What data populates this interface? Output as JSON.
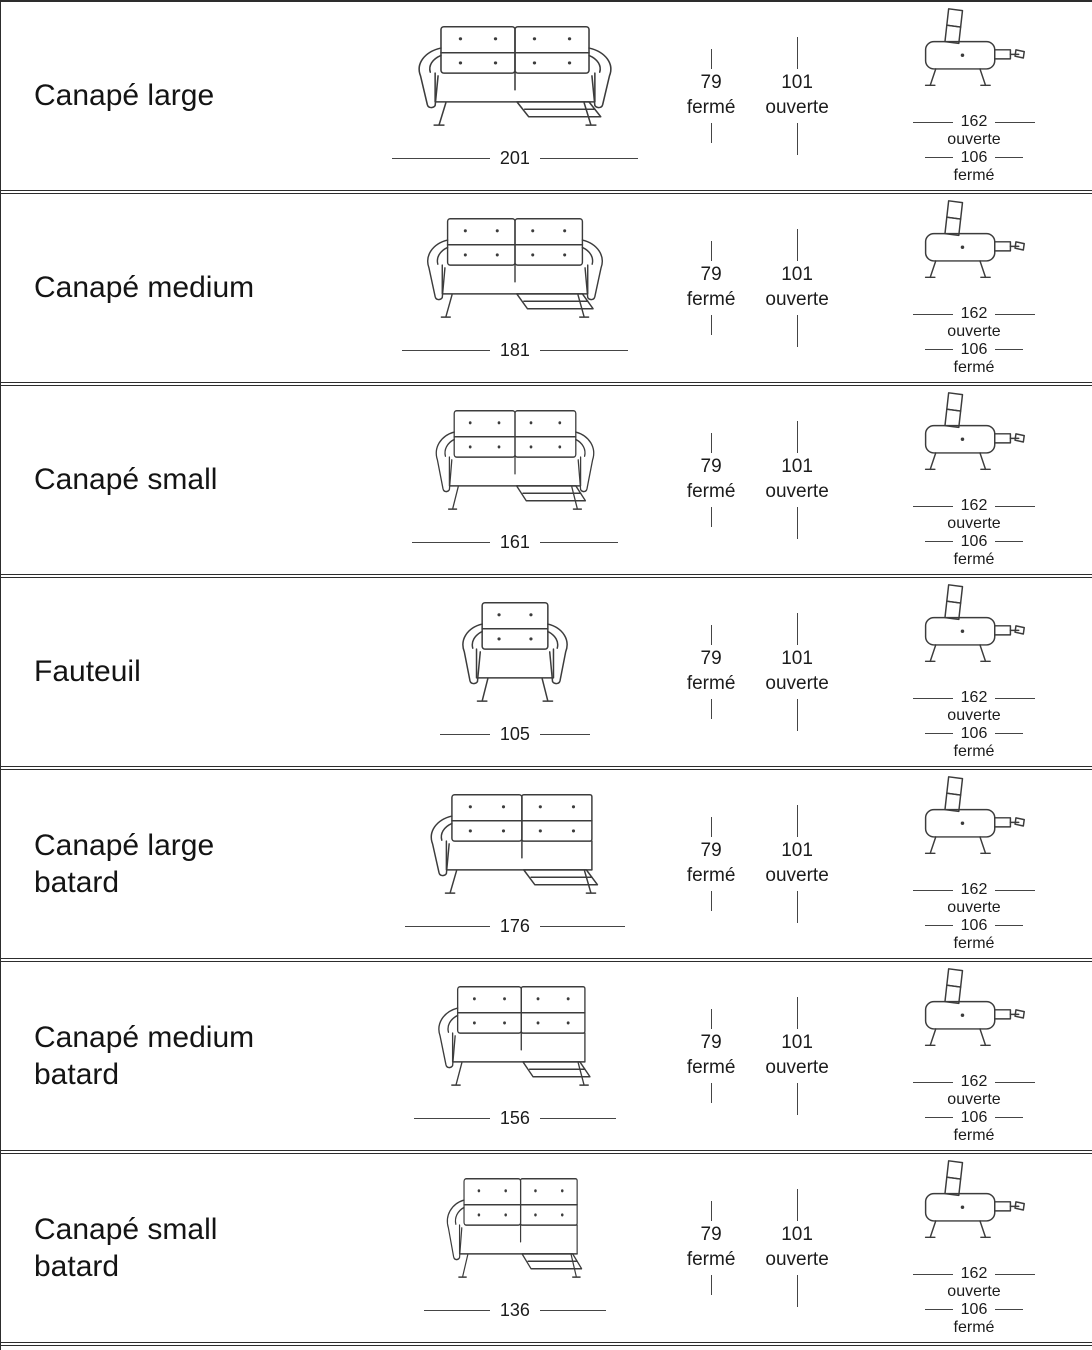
{
  "rows": [
    {
      "name": "Canapé large",
      "front_width": "201",
      "height_closed_value": "79",
      "height_closed_label": "fermé",
      "height_open_value": "101",
      "height_open_label": "ouverte",
      "depth_open_value": "162",
      "depth_open_label": "ouverte",
      "depth_closed_value": "106",
      "depth_closed_label": "fermé"
    },
    {
      "name": "Canapé medium",
      "front_width": "181",
      "height_closed_value": "79",
      "height_closed_label": "fermé",
      "height_open_value": "101",
      "height_open_label": "ouverte",
      "depth_open_value": "162",
      "depth_open_label": "ouverte",
      "depth_closed_value": "106",
      "depth_closed_label": "fermé"
    },
    {
      "name": "Canapé small",
      "front_width": "161",
      "height_closed_value": "79",
      "height_closed_label": "fermé",
      "height_open_value": "101",
      "height_open_label": "ouverte",
      "depth_open_value": "162",
      "depth_open_label": "ouverte",
      "depth_closed_value": "106",
      "depth_closed_label": "fermé"
    },
    {
      "name": "Fauteuil",
      "front_width": "105",
      "height_closed_value": "79",
      "height_closed_label": "fermé",
      "height_open_value": "101",
      "height_open_label": "ouverte",
      "depth_open_value": "162",
      "depth_open_label": "ouverte",
      "depth_closed_value": "106",
      "depth_closed_label": "fermé"
    },
    {
      "name": "Canapé large batard",
      "front_width": "176",
      "height_closed_value": "79",
      "height_closed_label": "fermé",
      "height_open_value": "101",
      "height_open_label": "ouverte",
      "depth_open_value": "162",
      "depth_open_label": "ouverte",
      "depth_closed_value": "106",
      "depth_closed_label": "fermé"
    },
    {
      "name": "Canapé medium batard",
      "front_width": "156",
      "height_closed_value": "79",
      "height_closed_label": "fermé",
      "height_open_value": "101",
      "height_open_label": "ouverte",
      "depth_open_value": "162",
      "depth_open_label": "ouverte",
      "depth_closed_value": "106",
      "depth_closed_label": "fermé"
    },
    {
      "name": "Canapé small batard",
      "front_width": "136",
      "height_closed_value": "79",
      "height_closed_label": "fermé",
      "height_open_value": "101",
      "height_open_label": "ouverte",
      "depth_open_value": "162",
      "depth_open_label": "ouverte",
      "depth_closed_value": "106",
      "depth_closed_label": "fermé"
    }
  ]
}
